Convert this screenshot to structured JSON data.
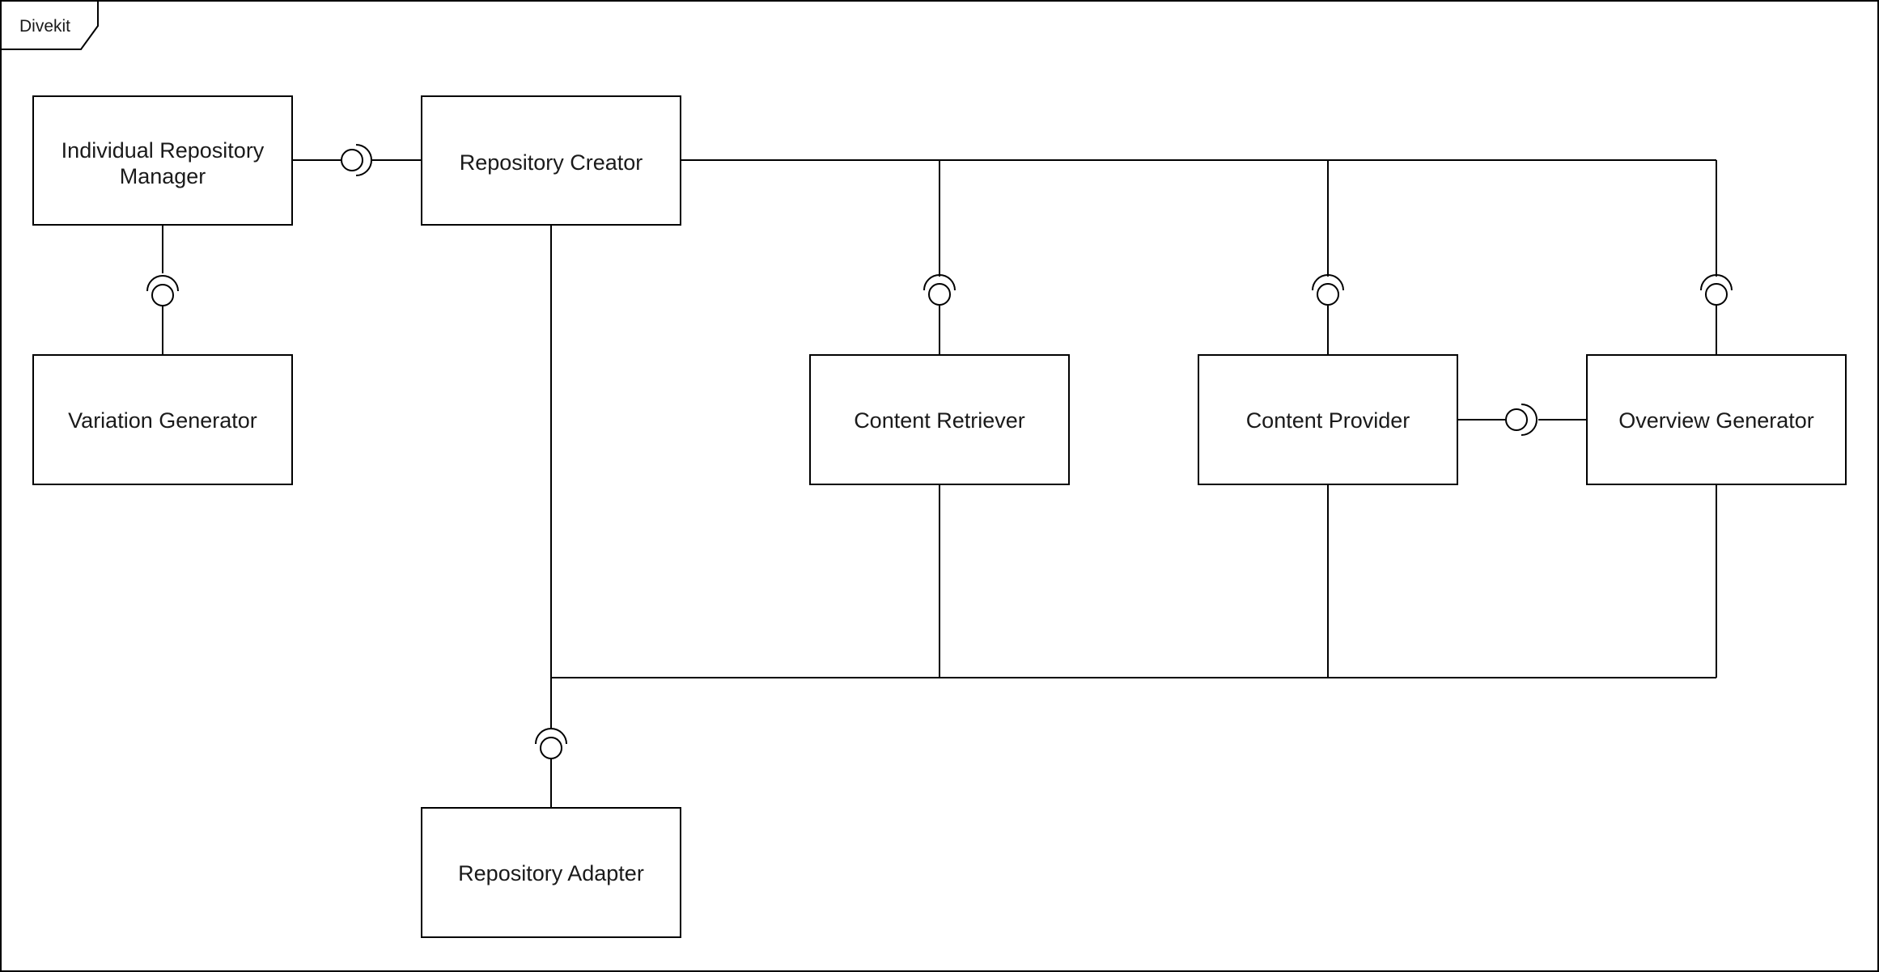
{
  "frame": {
    "label": "Divekit"
  },
  "components": {
    "individual_repository_manager": [
      "Individual Repository",
      "Manager"
    ],
    "repository_creator": "Repository Creator",
    "variation_generator": "Variation Generator",
    "content_retriever": "Content Retriever",
    "content_provider": "Content Provider",
    "overview_generator": "Overview Generator",
    "repository_adapter": "Repository Adapter"
  }
}
